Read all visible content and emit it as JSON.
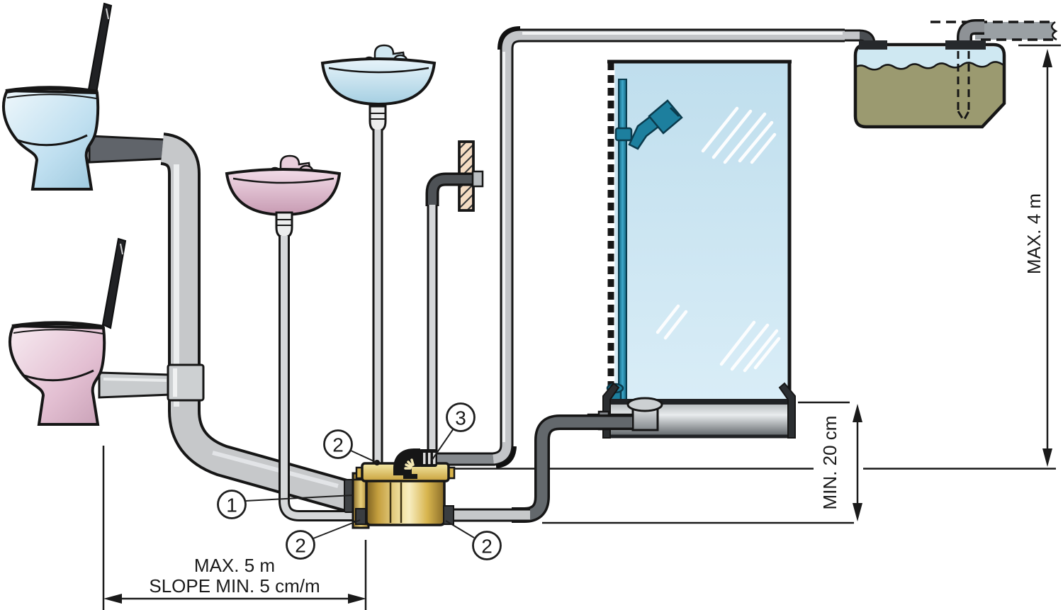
{
  "figure": {
    "kind": "plumbing-installation-diagram",
    "subject": "macerator pump installation: two toilets, two washbasins, shower and discharge pipe rising to a sewage tank"
  },
  "labels": {
    "bottom_dim_line1": "MAX. 5 m",
    "bottom_dim_line2": "SLOPE MIN. 5 cm/m",
    "right_dim": "MAX. 4 m",
    "mid_dim": "MIN. 20 cm"
  },
  "callouts": {
    "main_inlet": "1",
    "lid_inlet": "2",
    "bottom_left_inlet": "2",
    "bottom_right_inlet": "2",
    "vent_connection": "3"
  },
  "colors": {
    "pump_gold": "#d9b44a",
    "pipe_gray": "#c6c8ca",
    "dark_pipe_gray": "#63686c",
    "fixture_blue": "#bfdff0",
    "fixture_pink": "#e3bfd2",
    "shower_teal": "#1d7f9e",
    "glass_blue": "#cfe7f3",
    "tank_water_olive": "#9b9a70",
    "wall_beige": "#f5dcc3",
    "line_black": "#1a1a1a"
  }
}
